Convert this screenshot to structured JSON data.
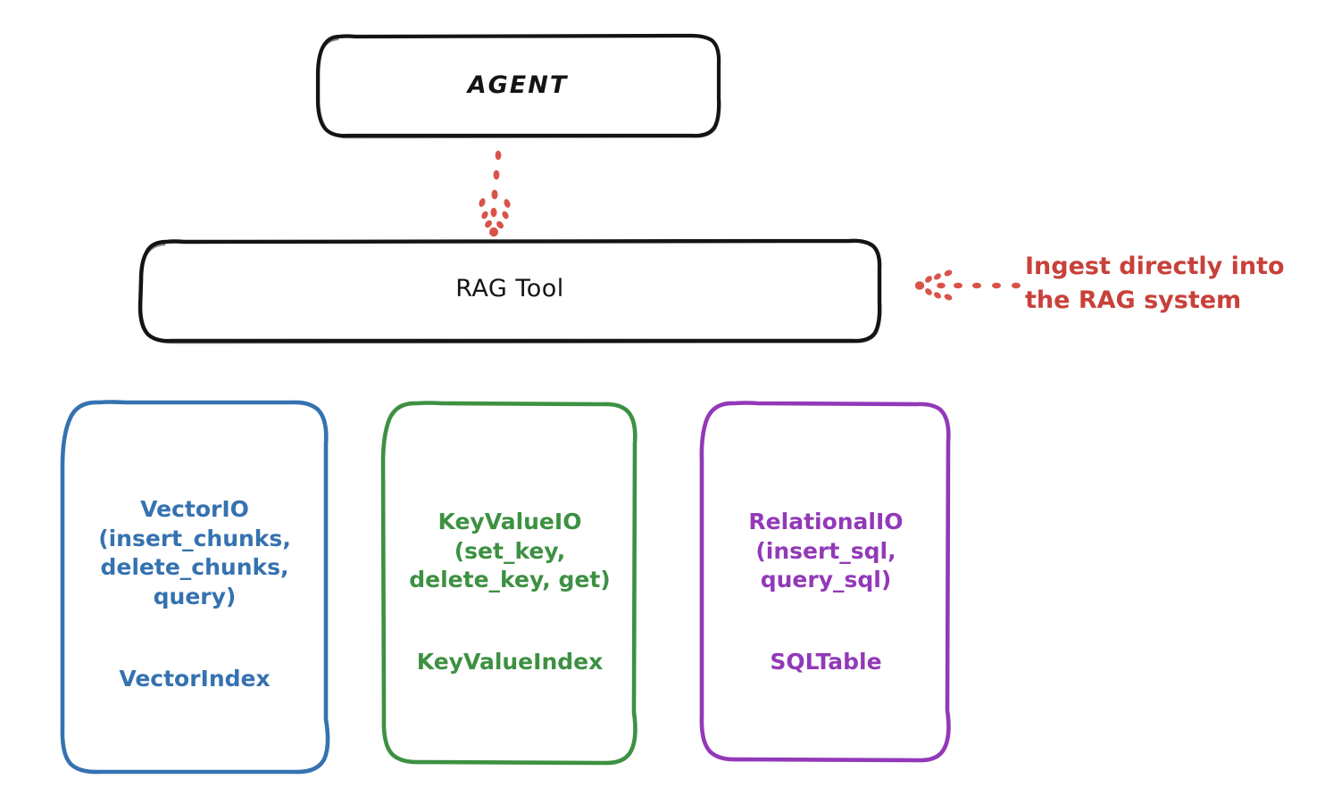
{
  "diagram": {
    "title_node": "AGENT",
    "tool_node": "RAG Tool",
    "annotation": "Ingest directly into\nthe RAG system",
    "colors": {
      "black": "#141414",
      "red": "#c8413a",
      "blue": "#3572b0",
      "green": "#3d9142",
      "purple": "#9239b8",
      "background": "#ffffff"
    },
    "stores": [
      {
        "id": "vector",
        "api": "VectorIO\n(insert_chunks,\ndelete_chunks,\nquery)",
        "index": "VectorIndex",
        "color": "#3572b0"
      },
      {
        "id": "keyvalue",
        "api": "KeyValueIO\n(set_key,\ndelete_key, get)",
        "index": "KeyValueIndex",
        "color": "#3d9142"
      },
      {
        "id": "relational",
        "api": "RelationalIO\n(insert_sql,\nquery_sql)",
        "index": "SQLTable",
        "color": "#9239b8"
      }
    ],
    "connectors": [
      {
        "id": "agent-to-rag",
        "style": "dotted-arrow",
        "direction": "down",
        "color": "#c8413a"
      },
      {
        "id": "annotation-to-rag",
        "style": "dotted-arrow",
        "direction": "left",
        "color": "#c8413a"
      }
    ]
  }
}
